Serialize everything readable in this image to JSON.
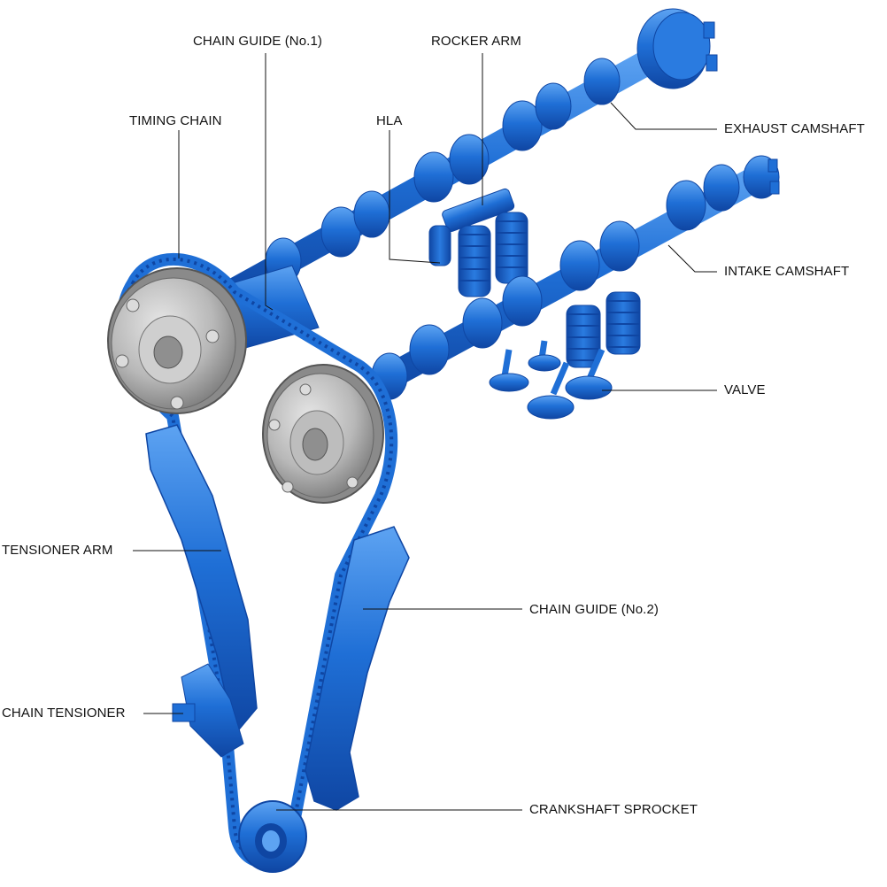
{
  "diagram": {
    "colors": {
      "part_blue": "#1f6fd6",
      "part_blue_dark": "#0f46a3",
      "part_blue_light": "#5da3f2",
      "sprocket_silver": "#b8b8b8",
      "sprocket_shadow": "#7c7c7c",
      "leader_line": "#111111",
      "background": "#ffffff"
    },
    "labels": {
      "chain_guide_no1": "CHAIN GUIDE (No.1)",
      "rocker_arm": "ROCKER ARM",
      "timing_chain": "TIMING CHAIN",
      "hla": "HLA",
      "exhaust_camshaft": "EXHAUST CAMSHAFT",
      "intake_camshaft": "INTAKE CAMSHAFT",
      "valve": "VALVE",
      "tensioner_arm": "TENSIONER ARM",
      "chain_guide_no2": "CHAIN GUIDE (No.2)",
      "chain_tensioner": "CHAIN TENSIONER",
      "crankshaft_sprocket": "CRANKSHAFT SPROCKET"
    }
  }
}
